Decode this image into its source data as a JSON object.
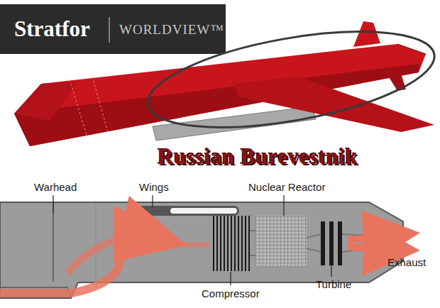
{
  "diagram": {
    "title": "Russian Burevestnik",
    "labels": [
      "Stratfor",
      "WORLDVIEW™",
      "Warhead",
      "Wings",
      "Nuclear Reactor",
      "Compressor",
      "Turbine",
      "Exhaust"
    ]
  }
}
